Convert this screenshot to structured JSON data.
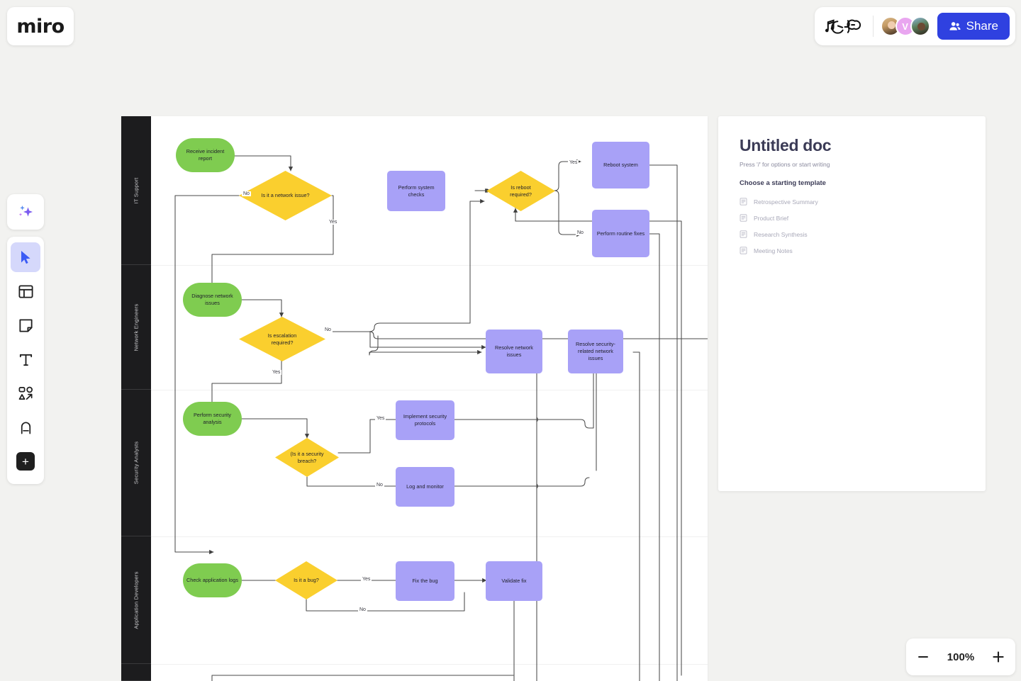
{
  "app": {
    "logo": "miro"
  },
  "header": {
    "doodle_icon": "music-doodle-icon",
    "share_label": "Share",
    "avatars": [
      {
        "name": "collaborator-photo-1",
        "initial": ""
      },
      {
        "name": "collaborator-initial",
        "initial": "V"
      },
      {
        "name": "collaborator-photo-2",
        "initial": ""
      }
    ]
  },
  "toolbar": {
    "items": [
      {
        "name": "ai-sparkle-icon",
        "label": "AI"
      },
      {
        "name": "select-cursor-icon",
        "label": "Select",
        "active": true
      },
      {
        "name": "template-frame-icon",
        "label": "Templates"
      },
      {
        "name": "sticky-note-icon",
        "label": "Sticky note"
      },
      {
        "name": "text-icon",
        "label": "Text"
      },
      {
        "name": "shapes-icon",
        "label": "Shapes"
      },
      {
        "name": "pen-icon",
        "label": "Pen"
      },
      {
        "name": "add-icon",
        "label": "More apps"
      }
    ]
  },
  "board": {
    "lanes": [
      {
        "label": "IT Support"
      },
      {
        "label": "Network Engineers"
      },
      {
        "label": "Security Analysts"
      },
      {
        "label": "Application Developers"
      },
      {
        "label": ""
      }
    ],
    "colors": {
      "terminator": "#7fcc50",
      "process": "#a8a1f7",
      "decision": "#facf2e",
      "connector": "#4a4a4a"
    },
    "nodes": [
      {
        "id": "receive",
        "type": "terminator",
        "text": "Receive incident report"
      },
      {
        "id": "is_network",
        "type": "decision",
        "text": "Is it a network issue?"
      },
      {
        "id": "sys_checks",
        "type": "process",
        "text": "Perform system checks"
      },
      {
        "id": "is_reboot",
        "type": "decision",
        "text": "Is reboot required?"
      },
      {
        "id": "reboot",
        "type": "process",
        "text": "Reboot system"
      },
      {
        "id": "routine",
        "type": "process",
        "text": "Perform routine fixes"
      },
      {
        "id": "diagnose",
        "type": "terminator",
        "text": "Diagnose network issues"
      },
      {
        "id": "is_escal",
        "type": "decision",
        "text": "Is escalation required?"
      },
      {
        "id": "resolve_net",
        "type": "process",
        "text": "Resolve network issues"
      },
      {
        "id": "resolve_sec",
        "type": "process",
        "text": "Resolve security-related network issues"
      },
      {
        "id": "sec_analysis",
        "type": "terminator",
        "text": "Perform security analysis"
      },
      {
        "id": "is_breach",
        "type": "decision",
        "text": "(Is it a security breach?"
      },
      {
        "id": "impl_sec",
        "type": "process",
        "text": "Implement security protocols"
      },
      {
        "id": "log_monitor",
        "type": "process",
        "text": "Log and monitor"
      },
      {
        "id": "check_logs",
        "type": "terminator",
        "text": "Check application logs"
      },
      {
        "id": "is_bug",
        "type": "decision",
        "text": "Is it a bug?"
      },
      {
        "id": "fix_bug",
        "type": "process",
        "text": "Fix the bug"
      },
      {
        "id": "validate",
        "type": "process",
        "text": "Validate fix"
      }
    ],
    "edge_labels": [
      {
        "id": "e_net_no",
        "text": "No"
      },
      {
        "id": "e_net_yes",
        "text": "Yes"
      },
      {
        "id": "e_reb_yes",
        "text": "Yes"
      },
      {
        "id": "e_reb_no",
        "text": "No"
      },
      {
        "id": "e_esc_no",
        "text": "No"
      },
      {
        "id": "e_esc_yes",
        "text": "Yes"
      },
      {
        "id": "e_brc_yes",
        "text": "Yes"
      },
      {
        "id": "e_brc_no",
        "text": "No"
      },
      {
        "id": "e_bug_yes",
        "text": "Yes"
      },
      {
        "id": "e_bug_no",
        "text": "No"
      }
    ]
  },
  "doc": {
    "title": "Untitled doc",
    "subtitle": "Press '/' for options or start writing",
    "section_heading": "Choose a starting template",
    "templates": [
      {
        "label": "Retrospective Summary"
      },
      {
        "label": "Product Brief"
      },
      {
        "label": "Research Synthesis"
      },
      {
        "label": "Meeting Notes"
      }
    ]
  },
  "zoom": {
    "value": "100%",
    "minus": "−",
    "plus": "+"
  }
}
